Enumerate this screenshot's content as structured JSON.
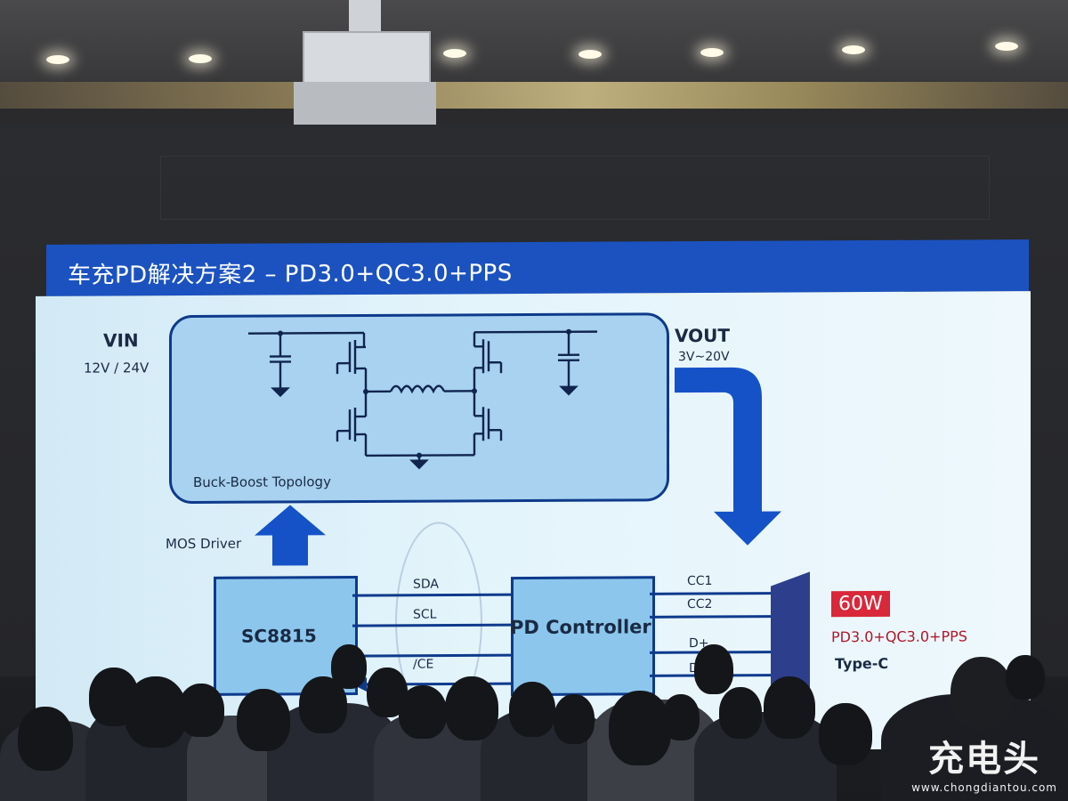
{
  "slide": {
    "title": "车充PD解决方案2 – PD3.0+QC3.0+PPS",
    "vin_label": "VIN",
    "vin_range": "12V / 24V",
    "vout_label": "VOUT",
    "vout_range": "3V~20V",
    "topology_label": "Buck-Boost Topology",
    "mos_driver_label": "MOS Driver",
    "chip_label": "SC8815",
    "controller_label": "PD Controller",
    "bus_lines": [
      "SDA",
      "SCL",
      "/CE"
    ],
    "cc_lines": [
      "CC1",
      "CC2",
      "D+",
      "D-"
    ],
    "power_badge": "60W",
    "protocols": "PD3.0+QC3.0+PPS",
    "connector": "Type-C"
  },
  "watermark": {
    "logo": "充电头",
    "url": "www.chongdiantou.com"
  },
  "colors": {
    "header_blue": "#1b52c0",
    "arrow_blue": "#1552c8",
    "line_dark": "#0e3a8c",
    "badge_red": "#d8283a",
    "slide_bg": "#e4f4fb"
  }
}
